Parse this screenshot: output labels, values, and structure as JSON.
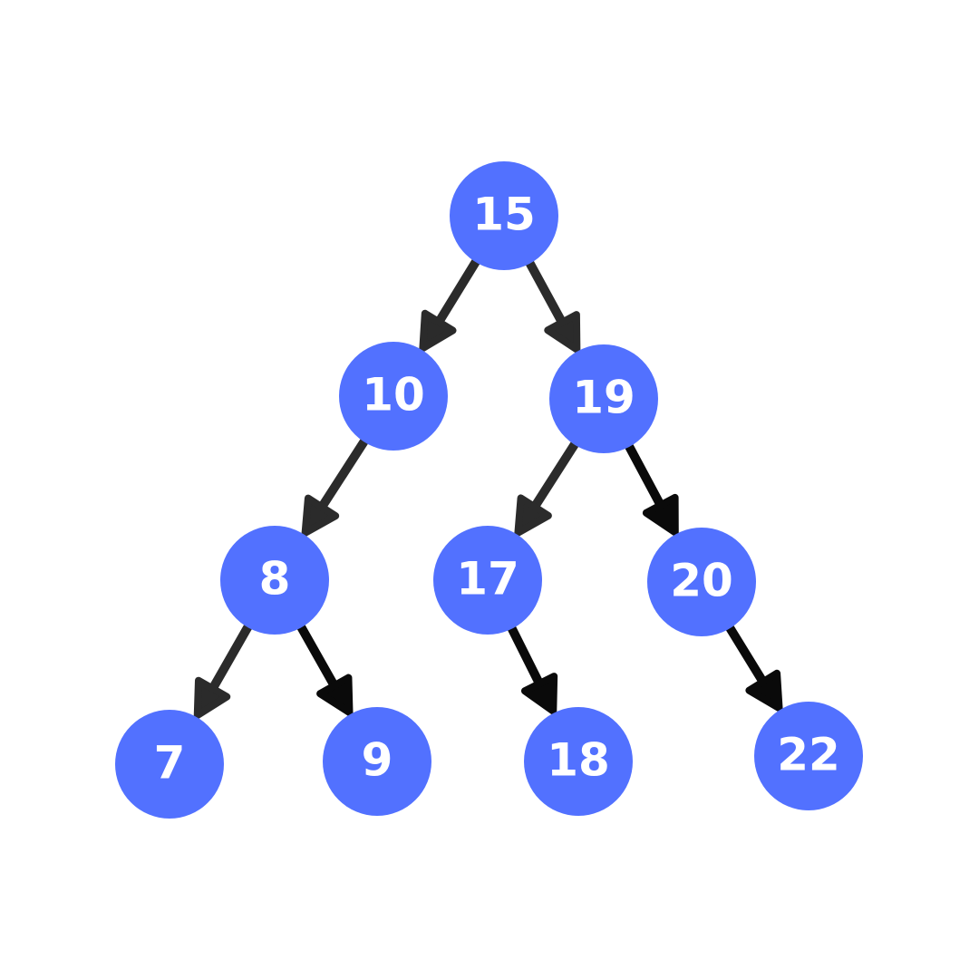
{
  "colors": {
    "node_fill": "#5271ff",
    "node_text": "#ffffff",
    "edge_dark": "#2b2b2b",
    "edge_black": "#0a0a0a"
  },
  "nodes": [
    {
      "id": "n15",
      "label": "15"
    },
    {
      "id": "n10",
      "label": "10"
    },
    {
      "id": "n19",
      "label": "19"
    },
    {
      "id": "n8",
      "label": "8"
    },
    {
      "id": "n17",
      "label": "17"
    },
    {
      "id": "n20",
      "label": "20"
    },
    {
      "id": "n7",
      "label": "7"
    },
    {
      "id": "n9",
      "label": "9"
    },
    {
      "id": "n18",
      "label": "18"
    },
    {
      "id": "n22",
      "label": "22"
    }
  ],
  "edges": [
    {
      "from": "n15",
      "to": "n10",
      "color": "edge_dark"
    },
    {
      "from": "n15",
      "to": "n19",
      "color": "edge_dark"
    },
    {
      "from": "n10",
      "to": "n8",
      "color": "edge_dark"
    },
    {
      "from": "n19",
      "to": "n17",
      "color": "edge_dark"
    },
    {
      "from": "n19",
      "to": "n20",
      "color": "edge_black"
    },
    {
      "from": "n8",
      "to": "n7",
      "color": "edge_dark"
    },
    {
      "from": "n8",
      "to": "n9",
      "color": "edge_black"
    },
    {
      "from": "n17",
      "to": "n18",
      "color": "edge_black"
    },
    {
      "from": "n20",
      "to": "n22",
      "color": "edge_black"
    }
  ]
}
